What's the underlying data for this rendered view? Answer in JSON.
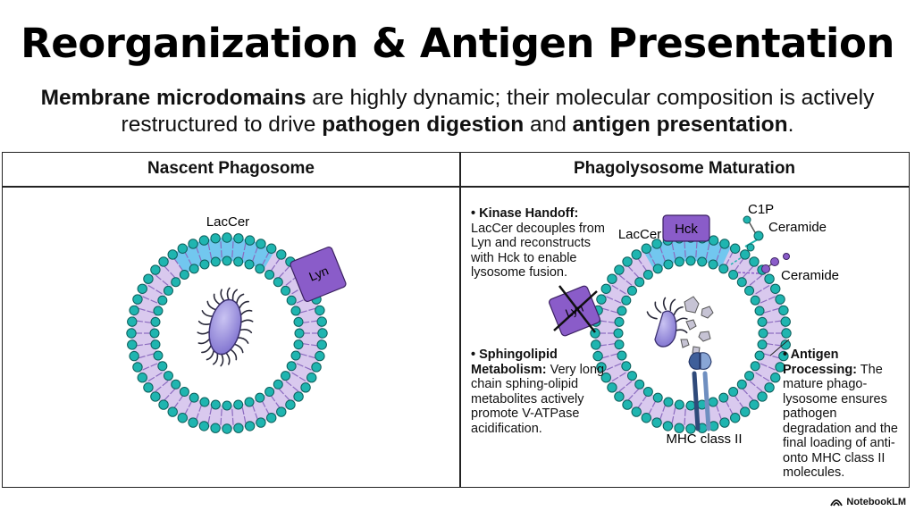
{
  "title": "Reorganization & Antigen Presentation",
  "subtitle": {
    "bold1": "Membrane microdomains",
    "text1": " are highly dynamic; their molecular composition is actively restructured to drive ",
    "bold2": "pathogen digestion",
    "text2": " and ",
    "bold3": "antigen presentation",
    "text3": "."
  },
  "left_panel": {
    "title": "Nascent Phagosome",
    "laccer_label": "LacCer",
    "lyn_label": "Lyn"
  },
  "right_panel": {
    "title": "Phagolysosome Maturation",
    "laccer_label": "LacCer",
    "hck_label": "Hck",
    "lyn_label": "Lyn",
    "c1p_label": "C1P",
    "ceramide_label_1": "Ceramide",
    "ceramide_label_2": "Ceramide",
    "mhc_label": "MHC class II",
    "kinase_note": {
      "heading": "• Kinase Handoff:",
      "body": "LacCer decouples from Lyn and reconstructs with Hck to enable lysosome fusion."
    },
    "sphingolipid_note": {
      "heading": "• Sphingolipid Metabolism:",
      "body": "Very long chain sphing-olipid metabolites actively promote V-ATPase acidification."
    },
    "antigen_note": {
      "heading": "• Antigen Processing:",
      "body": "The mature phago-lysosome ensures pathogen degradation and the final loading of anti- onto MHC class II molecules."
    }
  },
  "logo": "NotebookLM",
  "colors": {
    "head_teal": "#1fb5b0",
    "tail_purple": "#9b7ac9",
    "raft_blue": "#33b6e6",
    "kinase_purple": "#8a5cc9",
    "pathogen": "#8e80d6"
  }
}
